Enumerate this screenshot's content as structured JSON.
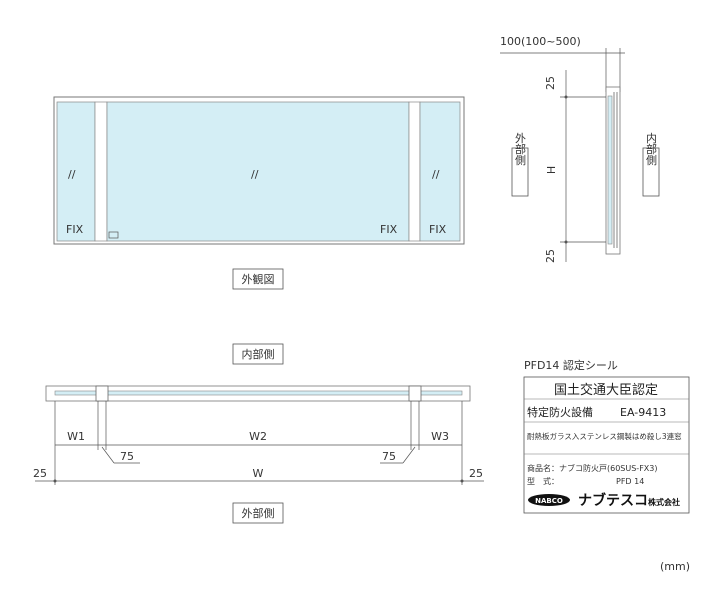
{
  "front_view": {
    "caption": "外観図",
    "fix_left": "FIX",
    "fix_center_right": "FIX",
    "fix_right": "FIX",
    "glass_mark": "//"
  },
  "side_view": {
    "top_dimension": "100(100~500)",
    "dim_top": "25",
    "dim_h": "H",
    "dim_bottom": "25",
    "outside_label": "外部側",
    "inside_label": "内部側"
  },
  "plan_view": {
    "inside_label": "内部側",
    "outside_label": "外部側",
    "w1": "W1",
    "w2": "W2",
    "w3": "W3",
    "w": "W",
    "left_75": "75",
    "right_75": "75",
    "left_25": "25",
    "right_25": "25"
  },
  "seal": {
    "heading": "PFD14 認定シール",
    "title": "国土交通大臣認定",
    "equipment": "特定防火設備",
    "cert_no": "EA-9413",
    "glass_desc": "耐熱板ガラス入ステンレス鋼製はめ殺し3連窓",
    "product_label": "商品名：ナブコ防火戸(60SUS-FX3)",
    "model_label": "型　式：",
    "model_value": "PFD 14",
    "brand_badge": "NABCO",
    "brand_name": "ナブテスコ",
    "brand_suffix": "株式会社"
  },
  "unit": "(mm)",
  "colors": {
    "glass": "#d4eef5",
    "frame": "#ffffff",
    "line": "#666666"
  }
}
